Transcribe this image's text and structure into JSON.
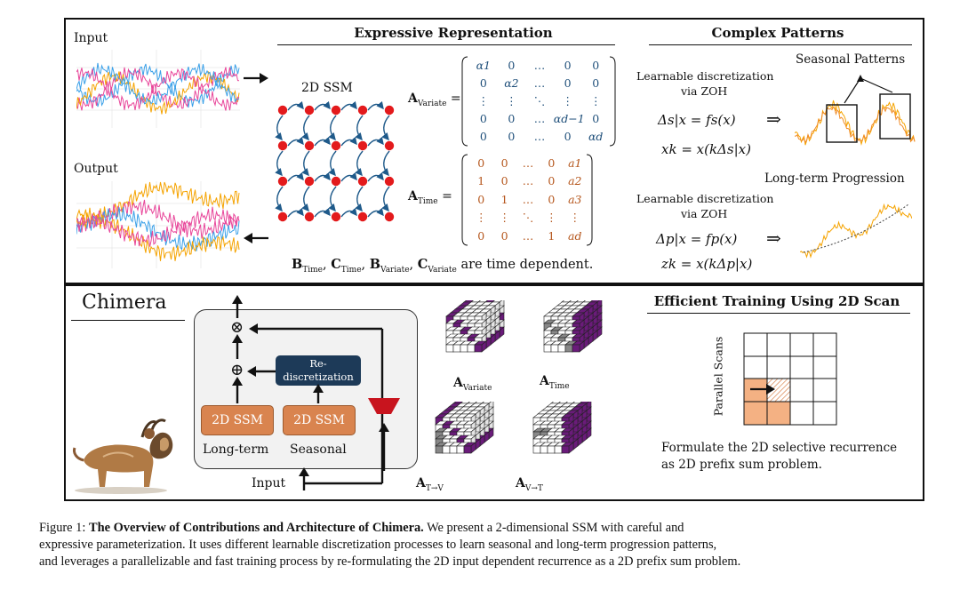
{
  "top_panel": {
    "input_label": "Input",
    "output_label": "Output",
    "expressive_title": "Expressive Representation",
    "ssm_label": "2D SSM",
    "a_variate_label": "A",
    "a_variate_sub": "Variate",
    "a_time_label": "A",
    "a_time_sub": "Time",
    "a_variate_matrix": [
      [
        "α1",
        "0",
        "…",
        "0",
        "0"
      ],
      [
        "0",
        "α2",
        "…",
        "0",
        "0"
      ],
      [
        "⋮",
        "⋮",
        "⋱",
        "⋮",
        "⋮"
      ],
      [
        "0",
        "0",
        "…",
        "αd−1",
        "0"
      ],
      [
        "0",
        "0",
        "…",
        "0",
        "αd"
      ]
    ],
    "a_time_matrix": [
      [
        "0",
        "0",
        "…",
        "0",
        "a1"
      ],
      [
        "1",
        "0",
        "…",
        "0",
        "a2"
      ],
      [
        "0",
        "1",
        "…",
        "0",
        "a3"
      ],
      [
        "⋮",
        "⋮",
        "⋱",
        "⋮",
        "⋮"
      ],
      [
        "0",
        "0",
        "…",
        "1",
        "ad"
      ]
    ],
    "time_dependent_note": "are time dependent.",
    "b_time": "B",
    "c_time": "C",
    "b_variate": "B",
    "c_variate": "C",
    "sub_time": "Time",
    "sub_variate": "Variate",
    "complex_title": "Complex Patterns",
    "learnable_1": "Learnable discretization",
    "via_zoh_1": "via ZOH",
    "learnable_2": "Learnable discretization",
    "via_zoh_2": "via ZOH",
    "seasonal_title": "Seasonal Patterns",
    "longterm_title": "Long-term Progression",
    "eq_delta_s": "Δs|x = fs(x)",
    "eq_xk": "xk = x(kΔs|x)",
    "eq_delta_p": "Δp|x = fp(x)",
    "eq_zk": "zk = x(kΔp|x)",
    "implies": "⇒"
  },
  "bottom_panel": {
    "chimera_title": "Chimera",
    "rediscretization": "Re-\ndiscretization",
    "ssm_long": "2D SSM",
    "ssm_seasonal": "2D SSM",
    "long_term_label": "Long-term",
    "seasonal_label": "Seasonal",
    "input_label": "Input",
    "otimes": "⊗",
    "oplus": "⊕",
    "cube_labels": [
      {
        "main": "A",
        "sub": "Variate"
      },
      {
        "main": "A",
        "sub": "Time"
      },
      {
        "main": "A",
        "sub": "T→V"
      },
      {
        "main": "A",
        "sub": "V→T"
      }
    ],
    "training_title": "Efficient Training Using 2D Scan",
    "parallel_scans": "Parallel Scans",
    "formulate_1": "Formulate the 2D selective recurrence",
    "formulate_2": "as 2D prefix sum problem."
  },
  "caption": {
    "figure_label": "Figure 1:",
    "bold": "The Overview of Contributions and Architecture of Chimera.",
    "line1_rest": "We present a 2-dimensional SSM with careful and",
    "line2": "expressive parameterization. It uses different learnable discretization processes to learn seasonal and long-term progression patterns,",
    "line3": "and leverages a parallelizable and fast training process by re-formulating the 2D input dependent recurrence as a 2D prefix sum problem."
  },
  "colors": {
    "orange": "#f5a300",
    "magenta": "#e8469a",
    "blue": "#3aa0e8",
    "ssm_fill": "#d9844f",
    "navy_box": "#1d3a58",
    "red_trap": "#c8141e",
    "purple": "#6a1b7a",
    "peach": "#f4b183",
    "node_red": "#e31a1c",
    "arrow_blue": "#1f5a8a"
  }
}
